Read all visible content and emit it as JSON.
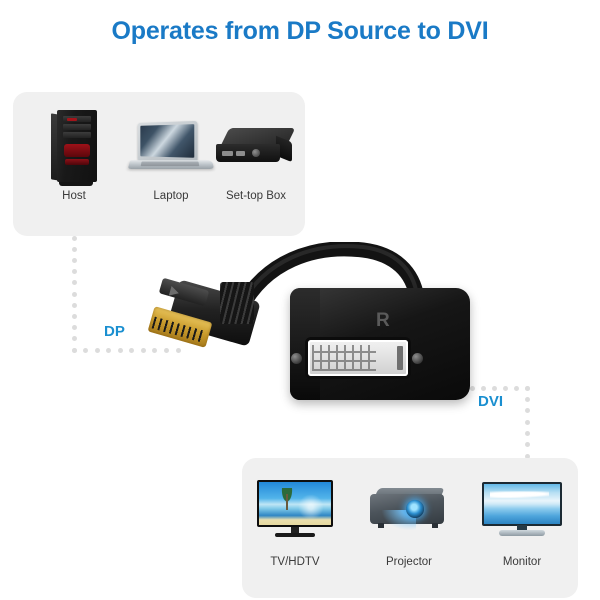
{
  "title": "Operates from DP Source to DVI",
  "colors": {
    "title_blue": "#1a7ac6",
    "label_blue": "#1a8fd0",
    "panel_bg": "#f0f0f0",
    "dot_gray": "#dcdcdc",
    "device_label": "#3a3a3a"
  },
  "sources_panel": {
    "name": "source-devices-panel",
    "devices": [
      {
        "label": "Host",
        "icon": "desktop-tower-icon"
      },
      {
        "label": "Laptop",
        "icon": "laptop-icon"
      },
      {
        "label": "Set-top Box",
        "icon": "set-top-box-icon"
      }
    ]
  },
  "displays_panel": {
    "name": "display-devices-panel",
    "devices": [
      {
        "label": "TV/HDTV",
        "icon": "television-icon"
      },
      {
        "label": "Projector",
        "icon": "projector-icon"
      },
      {
        "label": "Monitor",
        "icon": "monitor-icon"
      }
    ]
  },
  "connectors": {
    "input_label": "DP",
    "output_label": "DVI"
  },
  "product": {
    "name": "displayport-to-dvi-adapter",
    "input_port": "DisplayPort male plug",
    "output_port": "DVI female port",
    "brand_mark": "R"
  }
}
